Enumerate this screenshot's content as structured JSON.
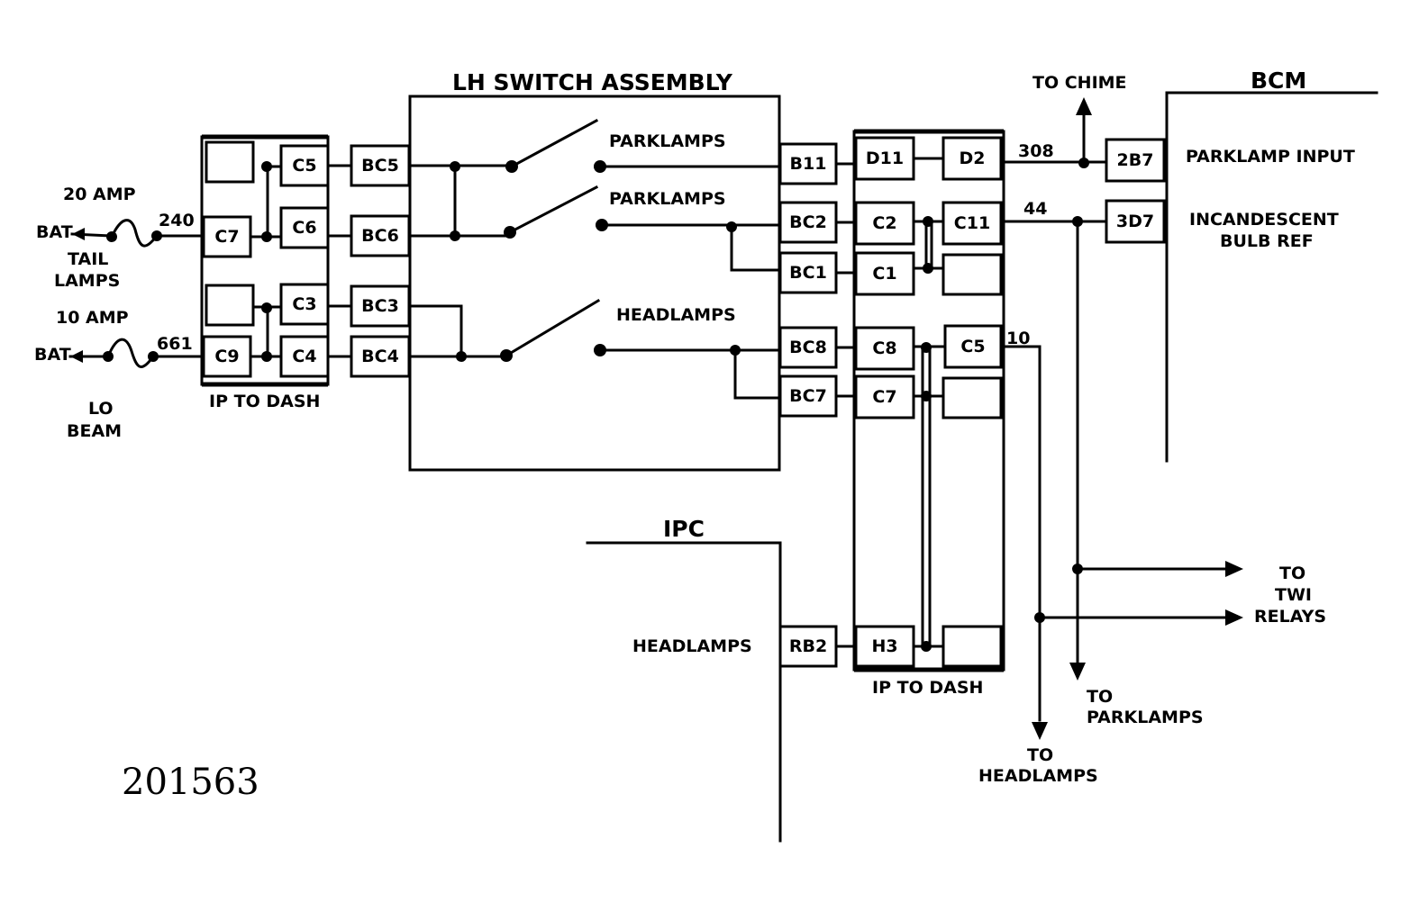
{
  "title": "LH SWITCH ASSEMBLY",
  "figure_number": "201563",
  "left_feeds": {
    "fuse1_rating": "20 AMP",
    "fuse2_rating": "10 AMP",
    "bat1": "BAT",
    "bat2": "BAT",
    "circuit1_line1": "TAIL",
    "circuit1_line2": "LAMPS",
    "circuit2_line1": "LO",
    "circuit2_line2": "BEAM",
    "wire1": "240",
    "wire2": "661"
  },
  "left_connector": {
    "label": "IP TO DASH",
    "pins": [
      "C5",
      "C7",
      "C6",
      "C3",
      "C9",
      "C4"
    ]
  },
  "switch_pins": [
    "BC5",
    "BC6",
    "BC3",
    "BC4"
  ],
  "switch_labels": [
    "PARKLAMPS",
    "PARKLAMPS",
    "HEADLAMPS"
  ],
  "switch_out_pins": [
    "B11",
    "BC2",
    "BC1",
    "BC8",
    "BC7",
    "RB2"
  ],
  "right_connector": {
    "label": "IP TO DASH",
    "pins": [
      "D11",
      "D2",
      "C2",
      "C11",
      "C1",
      "C8",
      "C5",
      "C7",
      "H3"
    ]
  },
  "wires": {
    "w308": "308",
    "w44": "44",
    "w10": "10"
  },
  "bcm": {
    "label": "BCM",
    "pins": [
      "2B7",
      "3D7"
    ],
    "parklamp_input": "PARKLAMP INPUT",
    "bulb_ref_line1": "INCANDESCENT",
    "bulb_ref_line2": "BULB REF"
  },
  "ipc": {
    "label": "IPC",
    "headlamps": "HEADLAMPS"
  },
  "destinations": {
    "to_chime": "TO CHIME",
    "twi_line1": "TO",
    "twi_line2": "TWI",
    "twi_line3": "RELAYS",
    "parklamps_line1": "TO",
    "parklamps_line2": "PARKLAMPS",
    "headlamps_line1": "TO",
    "headlamps_line2": "HEADLAMPS"
  }
}
